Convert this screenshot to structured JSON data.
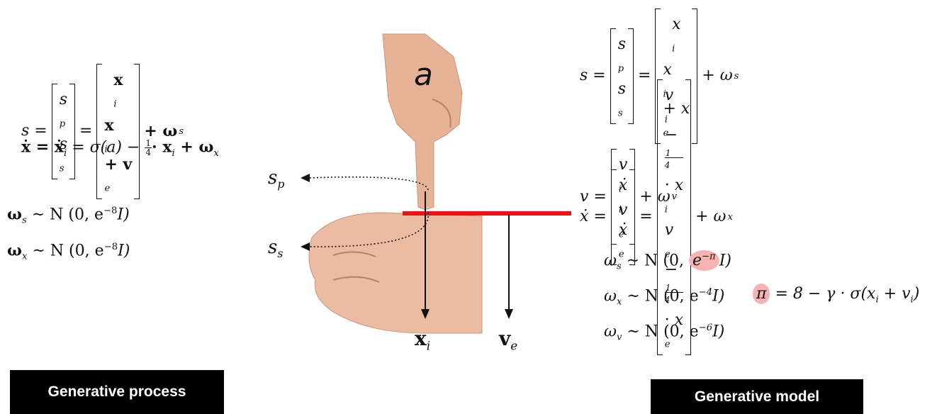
{
  "scene": {
    "letter_a": "a",
    "s_p": "s",
    "s_p_sub": "p",
    "s_s": "s",
    "s_s_sub": "s",
    "x_i": "x",
    "x_i_sub": "i",
    "v_e": "v",
    "v_e_sub": "e",
    "colors": {
      "bar": "#ee1111",
      "skin": "#e8b89c",
      "highlight": "#f6b3b3"
    }
  },
  "process": {
    "label": "Generative process",
    "eq1_lhs": "s =",
    "eq1_m1_top": "s",
    "eq1_m1_top_sub": "p",
    "eq1_m1_bot": "s",
    "eq1_m1_bot_sub": "s",
    "eq1_mid": "=",
    "eq1_m2_top": "x",
    "eq1_m2_top_sub": "i",
    "eq1_m2_bot": "x",
    "eq1_m2_bot_sub": "i",
    "eq1_m2_bot_plus": " + v",
    "eq1_m2_bot_sub2": "e",
    "eq1_tail": "+ ω",
    "eq1_tail_sub": "s",
    "eq2": "ẋ = ẋ",
    "eq2_sub": "i",
    "eq2_rest": " = σ(a) − ",
    "eq2_frac_num": "1",
    "eq2_frac_den": "4",
    "eq2_rest2": "· x",
    "eq2_rest2_sub": "i",
    "eq2_rest3": " + ω",
    "eq2_rest3_sub": "x",
    "noise1": "ω",
    "noise1_sub": "s",
    "noise1_rest": " ~ N (0, e",
    "noise1_sup": "−8",
    "noise1_end": "I)",
    "noise2": "ω",
    "noise2_sub": "x",
    "noise2_rest": " ~ N (0, e",
    "noise2_sup": "−8",
    "noise2_end": "I)"
  },
  "model": {
    "label": "Generative model",
    "eq1_lhs": "s =",
    "eq1_m1_top": "s",
    "eq1_m1_top_sub": "p",
    "eq1_m1_bot": "s",
    "eq1_m1_bot_sub": "s",
    "eq1_mid": "=",
    "eq1_m2_top": "x",
    "eq1_m2_top_sub": "i",
    "eq1_m2_bot": "x",
    "eq1_m2_bot_sub": "i",
    "eq1_m2_bot_plus": " + x",
    "eq1_m2_bot_sub2": "e",
    "eq1_tail": "+ ω",
    "eq1_tail_sub": "s",
    "eq2_lhs": "ẋ =",
    "eq2_m1_top": "ẋ",
    "eq2_m1_top_sub": "i",
    "eq2_m1_bot": "ẋ",
    "eq2_m1_bot_sub": "e",
    "eq2_mid": "=",
    "eq2_m2_top": "v",
    "eq2_m2_top_sub": "i",
    "eq2_m2_top_rest": " − ",
    "eq2_m2_top_end": "· x",
    "eq2_m2_top_end_sub": "i",
    "eq2_m2_bot": "v",
    "eq2_m2_bot_sub": "e",
    "eq2_m2_bot_rest": " − ",
    "eq2_m2_bot_end": "· x",
    "eq2_m2_bot_end_sub": "e",
    "frac_num": "1",
    "frac_den": "4",
    "eq2_tail": "+ ω",
    "eq2_tail_sub": "x",
    "eq3_lhs": "v =",
    "eq3_m_top": "v",
    "eq3_m_top_sub": "i",
    "eq3_m_bot": "v",
    "eq3_m_bot_sub": "e",
    "eq3_tail": "+ ω",
    "eq3_tail_sub": "v",
    "n1": "ω",
    "n1_sub": "s",
    "n1_rest": " ~ N (0, ",
    "n1_e": "e",
    "n1_sup": "−π",
    "n1_end": "I)",
    "n2": "ω",
    "n2_sub": "x",
    "n2_rest": " ~ N (0, e",
    "n2_sup": "−4",
    "n2_end": "I)",
    "n3": "ω",
    "n3_sub": "v",
    "n3_rest": " ~ N (0, e",
    "n3_sup": "−6",
    "n3_end": "I)",
    "pi": "π",
    "pi_rest": " = 8 − γ · σ(x",
    "pi_sub1": "i",
    "pi_rest2": " + v",
    "pi_sub2": "i",
    "pi_end": ")"
  }
}
